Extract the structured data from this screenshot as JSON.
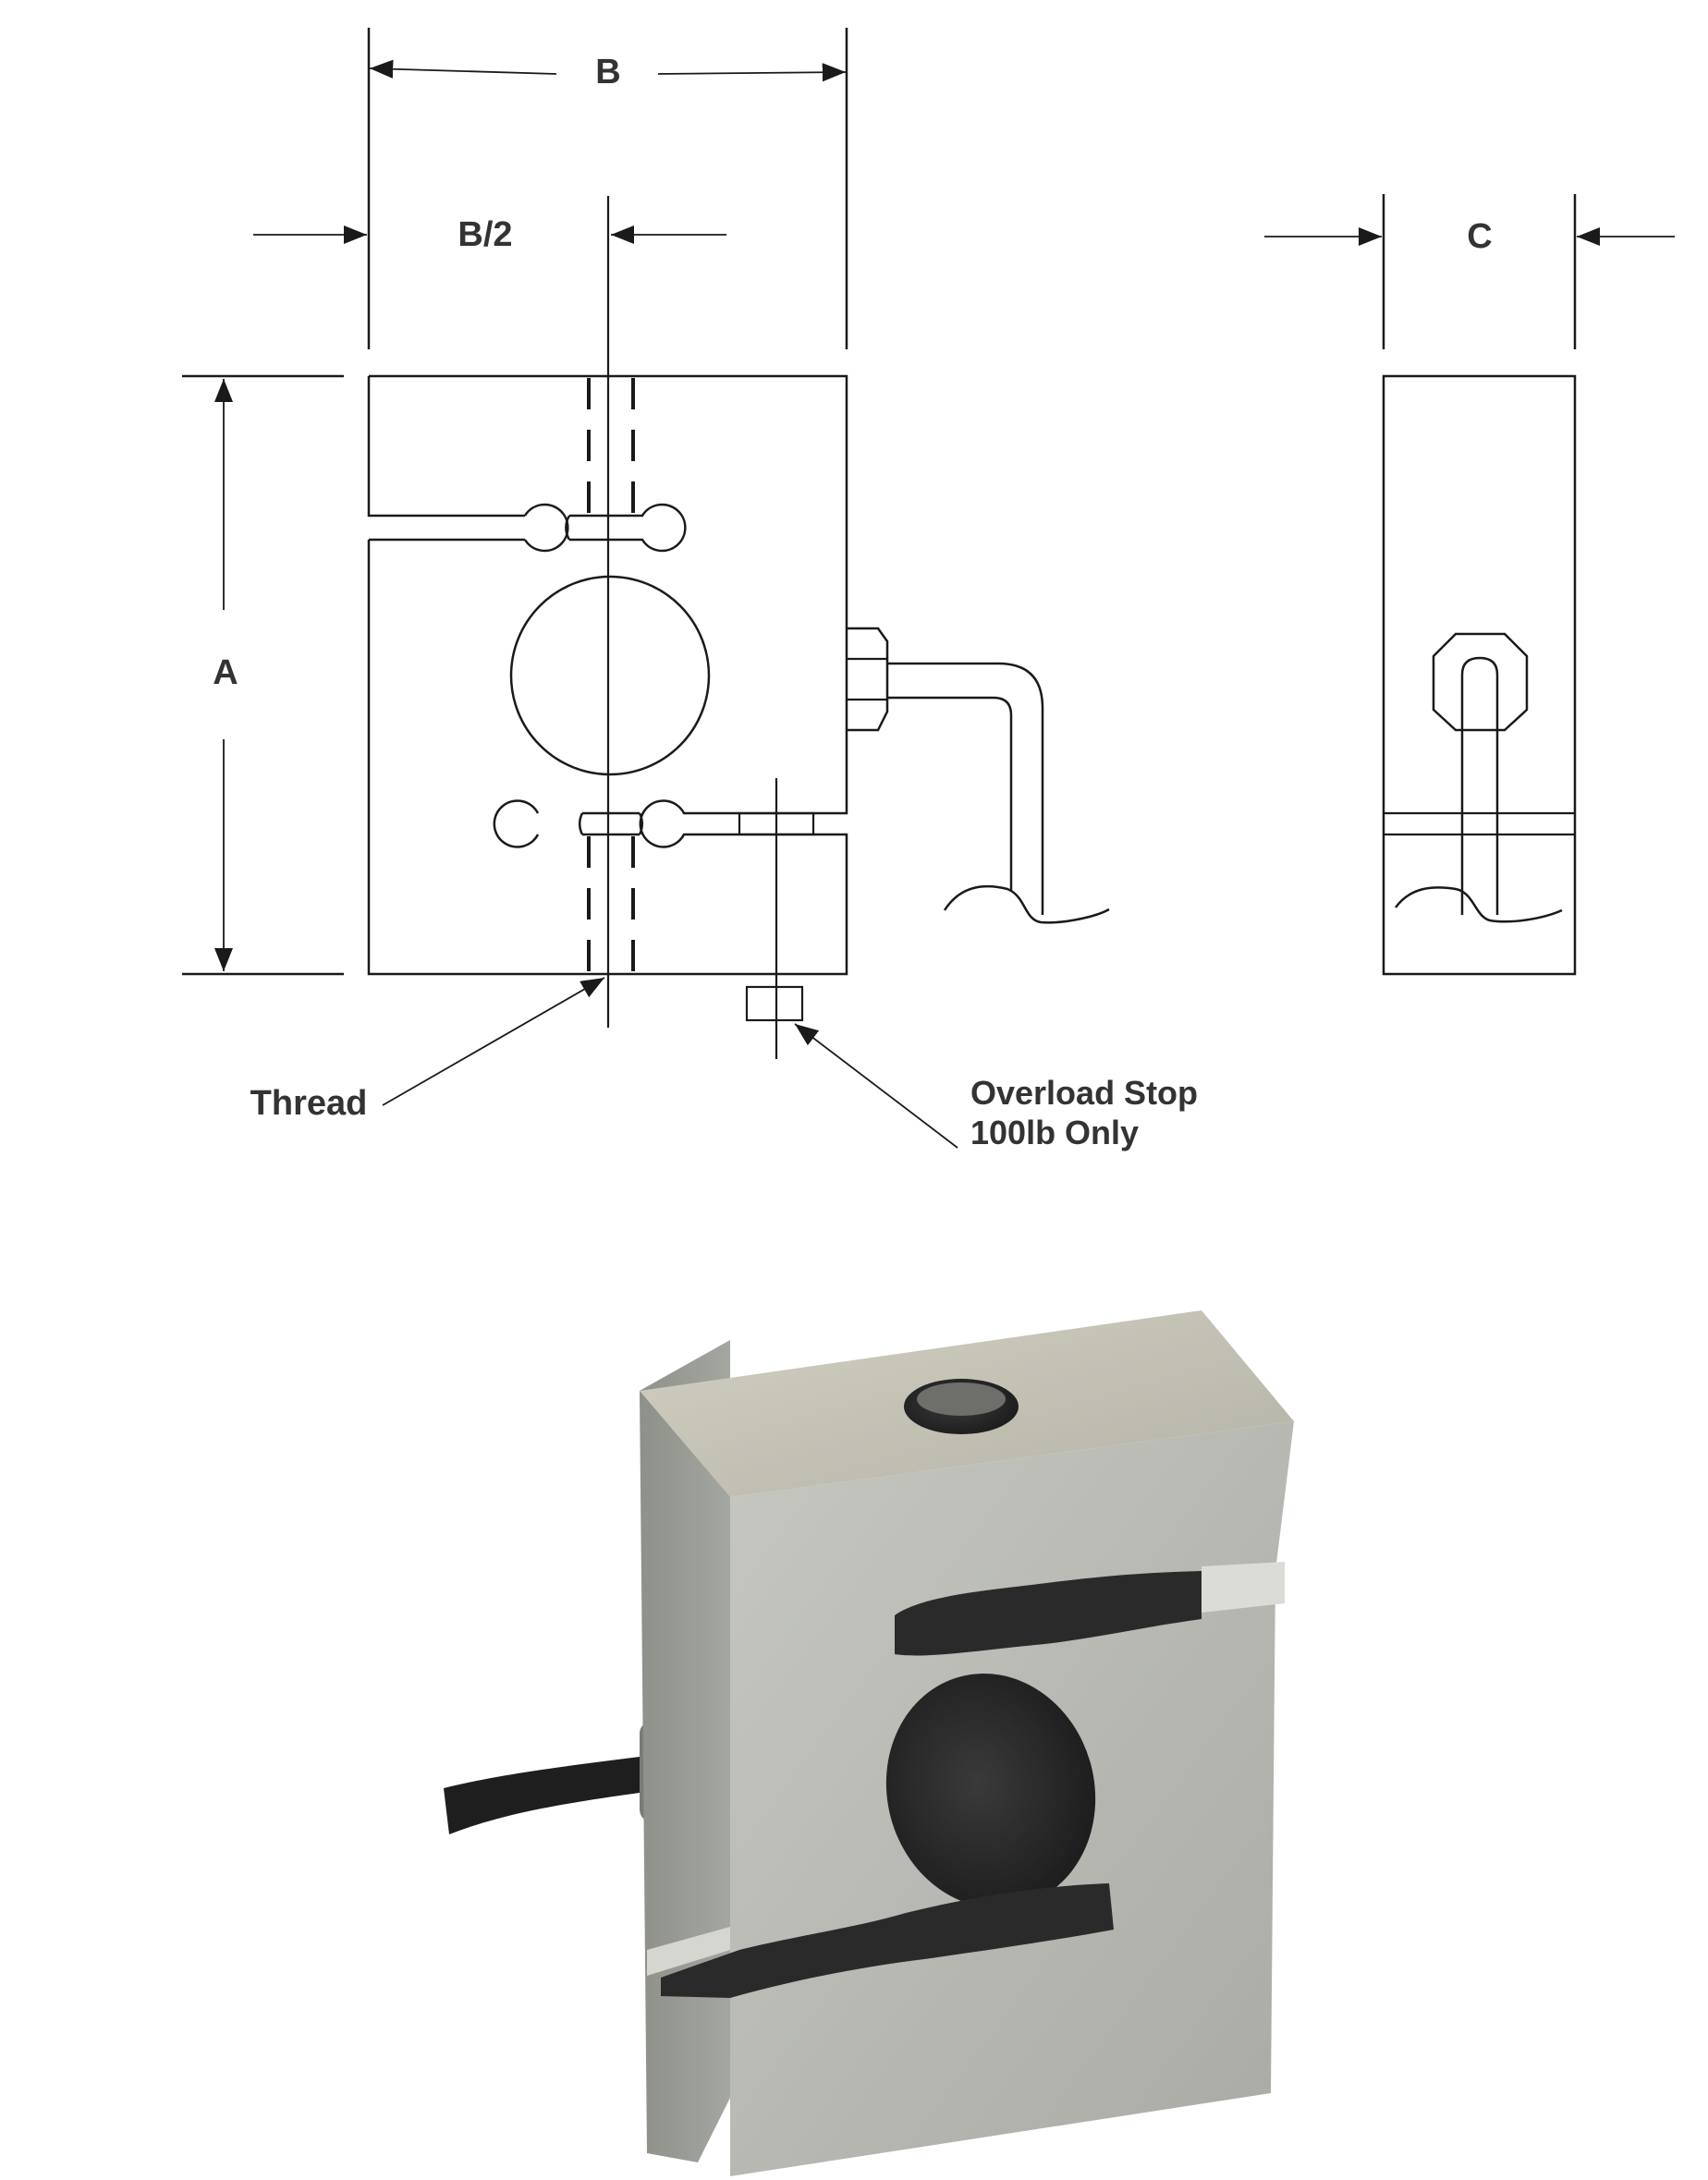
{
  "drawing": {
    "dim_b": "B",
    "dim_b_half": "B/2",
    "dim_c": "C",
    "dim_a": "A",
    "thread_label": "Thread",
    "overload_line1": "Overload Stop",
    "overload_line2": "100lb Only"
  },
  "colors": {
    "line": "#1a1a1a",
    "label": "#333333",
    "metal_light": "#b8b9b3",
    "metal_top": "#c2c0b2",
    "metal_side": "#9a9c96",
    "hole": "#2a2a2a",
    "cable": "#1e1e1e"
  },
  "photo": {
    "subject": "s-type-load-cell"
  }
}
